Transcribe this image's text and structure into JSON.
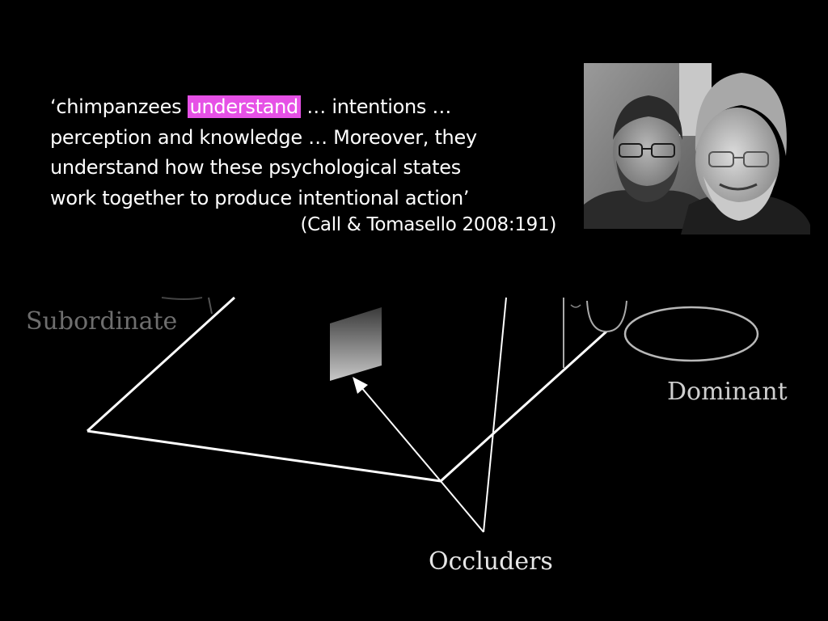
{
  "quote": {
    "line1_before": "‘chimpanzees ",
    "line1_highlight": "understand",
    "line1_after": " … intentions …",
    "line2": "perception and knowledge … Moreover, they",
    "line3": "understand how these psychological states",
    "line4": "work together to produce intentional action’",
    "citation": "(Call & Tomasello 2008:191)"
  },
  "diagram": {
    "subordinate_label": "Subordinate",
    "dominant_label": "Dominant",
    "occluders_label": "Occluders"
  },
  "colors": {
    "background": "#000000",
    "highlight": "#e651e6",
    "text": "#ffffff"
  }
}
